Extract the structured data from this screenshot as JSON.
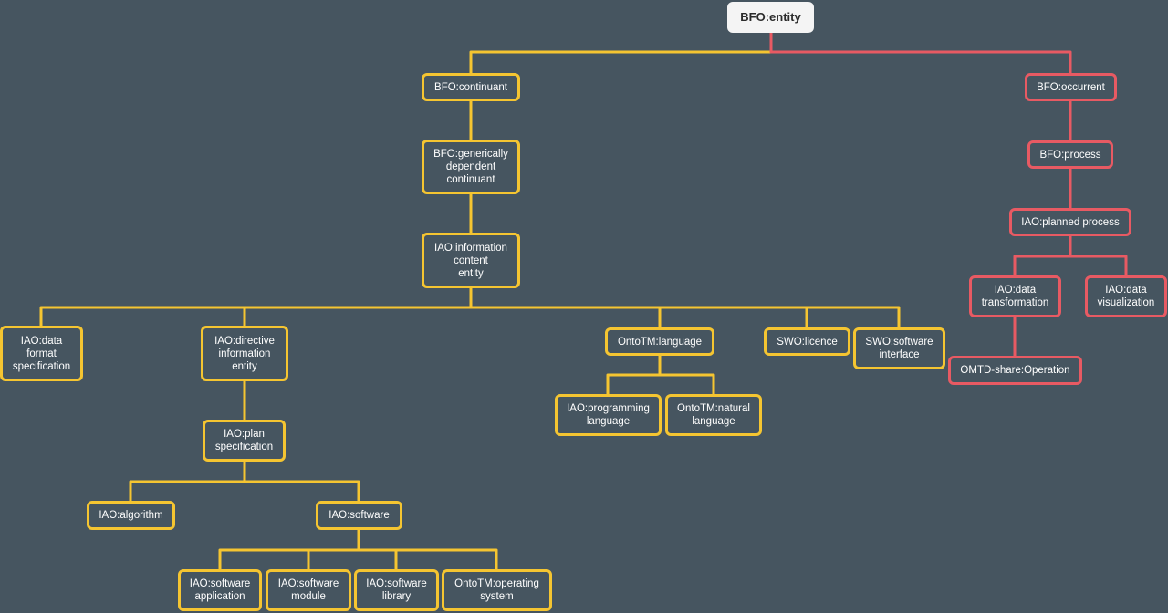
{
  "colors": {
    "background": "#465560",
    "continuant_branch": "#f5c531",
    "occurrent_branch": "#e85a63",
    "root_fill": "#f4f4f4"
  },
  "nodes": {
    "entity": "BFO:entity",
    "continuant": "BFO:continuant",
    "occurrent": "BFO:occurrent",
    "gdc": "BFO:generically\ndependent\ncontinuant",
    "process": "BFO:process",
    "ice": "IAO:information\ncontent\nentity",
    "planned_process": "IAO:planned process",
    "data_transformation": "IAO:data\ntransformation",
    "data_visualization": "IAO:data\nvisualization",
    "omtd_operation": "OMTD-share:Operation",
    "data_format_spec": "IAO:data\nformat\nspecification",
    "directive_ice": "IAO:directive\ninformation\nentity",
    "language": "OntoTM:language",
    "licence": "SWO:licence",
    "software_interface": "SWO:software\ninterface",
    "programming_language": "IAO:programming\nlanguage",
    "natural_language": "OntoTM:natural\nlanguage",
    "plan_spec": "IAO:plan\nspecification",
    "algorithm": "IAO:algorithm",
    "software": "IAO:software",
    "software_application": "IAO:software\napplication",
    "software_module": "IAO:software\nmodule",
    "software_library": "IAO:software\nlibrary",
    "operating_system": "OntoTM:operating\nsystem"
  },
  "edges": [
    [
      "entity",
      "continuant"
    ],
    [
      "entity",
      "occurrent"
    ],
    [
      "continuant",
      "gdc"
    ],
    [
      "gdc",
      "ice"
    ],
    [
      "ice",
      "data_format_spec"
    ],
    [
      "ice",
      "directive_ice"
    ],
    [
      "ice",
      "language"
    ],
    [
      "ice",
      "licence"
    ],
    [
      "ice",
      "software_interface"
    ],
    [
      "language",
      "programming_language"
    ],
    [
      "language",
      "natural_language"
    ],
    [
      "directive_ice",
      "plan_spec"
    ],
    [
      "plan_spec",
      "algorithm"
    ],
    [
      "plan_spec",
      "software"
    ],
    [
      "software",
      "software_application"
    ],
    [
      "software",
      "software_module"
    ],
    [
      "software",
      "software_library"
    ],
    [
      "software",
      "operating_system"
    ],
    [
      "occurrent",
      "process"
    ],
    [
      "process",
      "planned_process"
    ],
    [
      "planned_process",
      "data_transformation"
    ],
    [
      "planned_process",
      "data_visualization"
    ],
    [
      "data_transformation",
      "omtd_operation"
    ]
  ]
}
